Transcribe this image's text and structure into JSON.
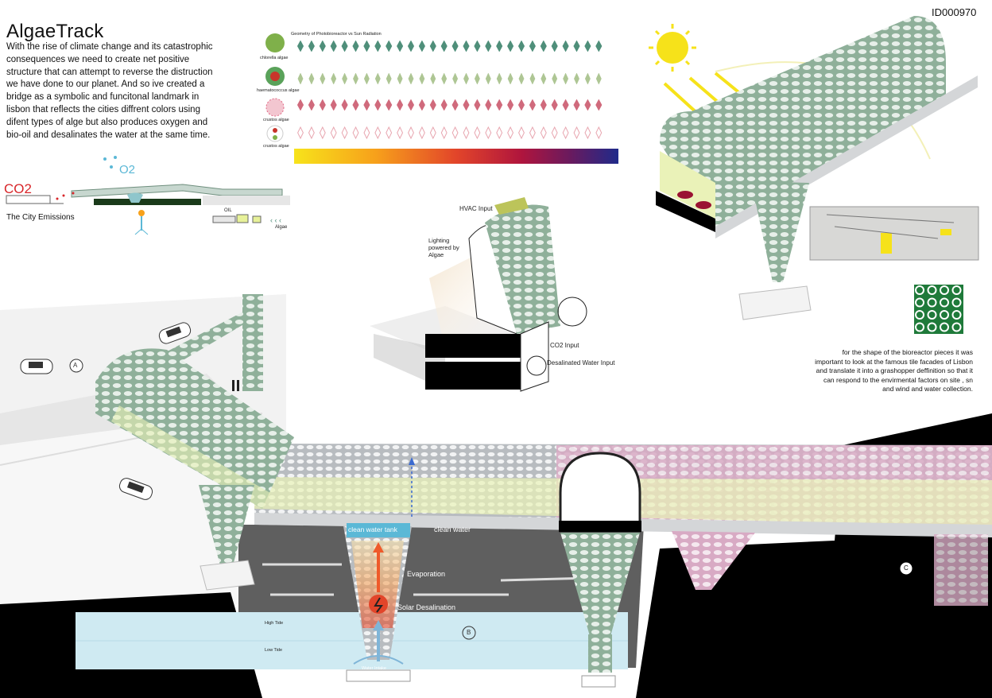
{
  "panel": {
    "title": "AlgaeTrack",
    "id": "ID000970",
    "intro": "With the rise of climate change and its catastrophic consequences we need to create net positive structure that can attempt to reverse the distruction we have done to our planet. And so ive created a bridge as a symbolic and funcitonal landmark in lisbon that reflects the cities diffrent colors using difent types of alge but also produces oxygen and bio-oil and desalinates the water at the same time."
  },
  "emissions": {
    "co2": "CO2",
    "o2": "O2",
    "city_label": "The City Emissions",
    "oil_label": "OIL",
    "algae_label": "Algae"
  },
  "algae_legend": {
    "header": "Geometry of Photobioreactor vs Sun Radiation",
    "rows": [
      {
        "name": "chlorella algae",
        "color": "#4f8f7a"
      },
      {
        "name": "haematococcus algae",
        "color": "#9ab87a"
      },
      {
        "name": "crustos algae",
        "color": "#d06a7c"
      },
      {
        "name": "crustos algae",
        "color": "#e8a6b0"
      }
    ],
    "gradient": [
      "#f7e31b",
      "#f7a11b",
      "#e2452a",
      "#b0153d",
      "#6a1a5e",
      "#1f2a8a"
    ]
  },
  "section_detail": {
    "hvac": "HVAC Input",
    "lighting": "Lighting powered by Algae",
    "co2_input": "CO2 Input",
    "desal_input": "Desalinated Water Input"
  },
  "shape_text": "for the shape of the bioreactor pieces it was important to look at the famous tile facades of Lisbon and translate it into a grashopper deffinition so that it can respond to the envirmental factors on site , sn and wind and water collection.",
  "markers": {
    "a": "A",
    "b": "B",
    "c": "C"
  },
  "desal": {
    "tank": "clean water tank",
    "clean_water": "clean water",
    "evaporation": "Evaporation",
    "solar": "Solar Desalination",
    "high_tide": "High Tide",
    "low_tide": "Low Tide",
    "intake": "Water Intake"
  },
  "colors": {
    "mesh": "#8fb09a",
    "mesh_dark": "#6f8f7e",
    "lime": "#dfe9a6",
    "pink": "#e7c7d8",
    "water": "#cfeaf2",
    "tank": "#5bb8d6",
    "sun": "#f6e21a"
  }
}
